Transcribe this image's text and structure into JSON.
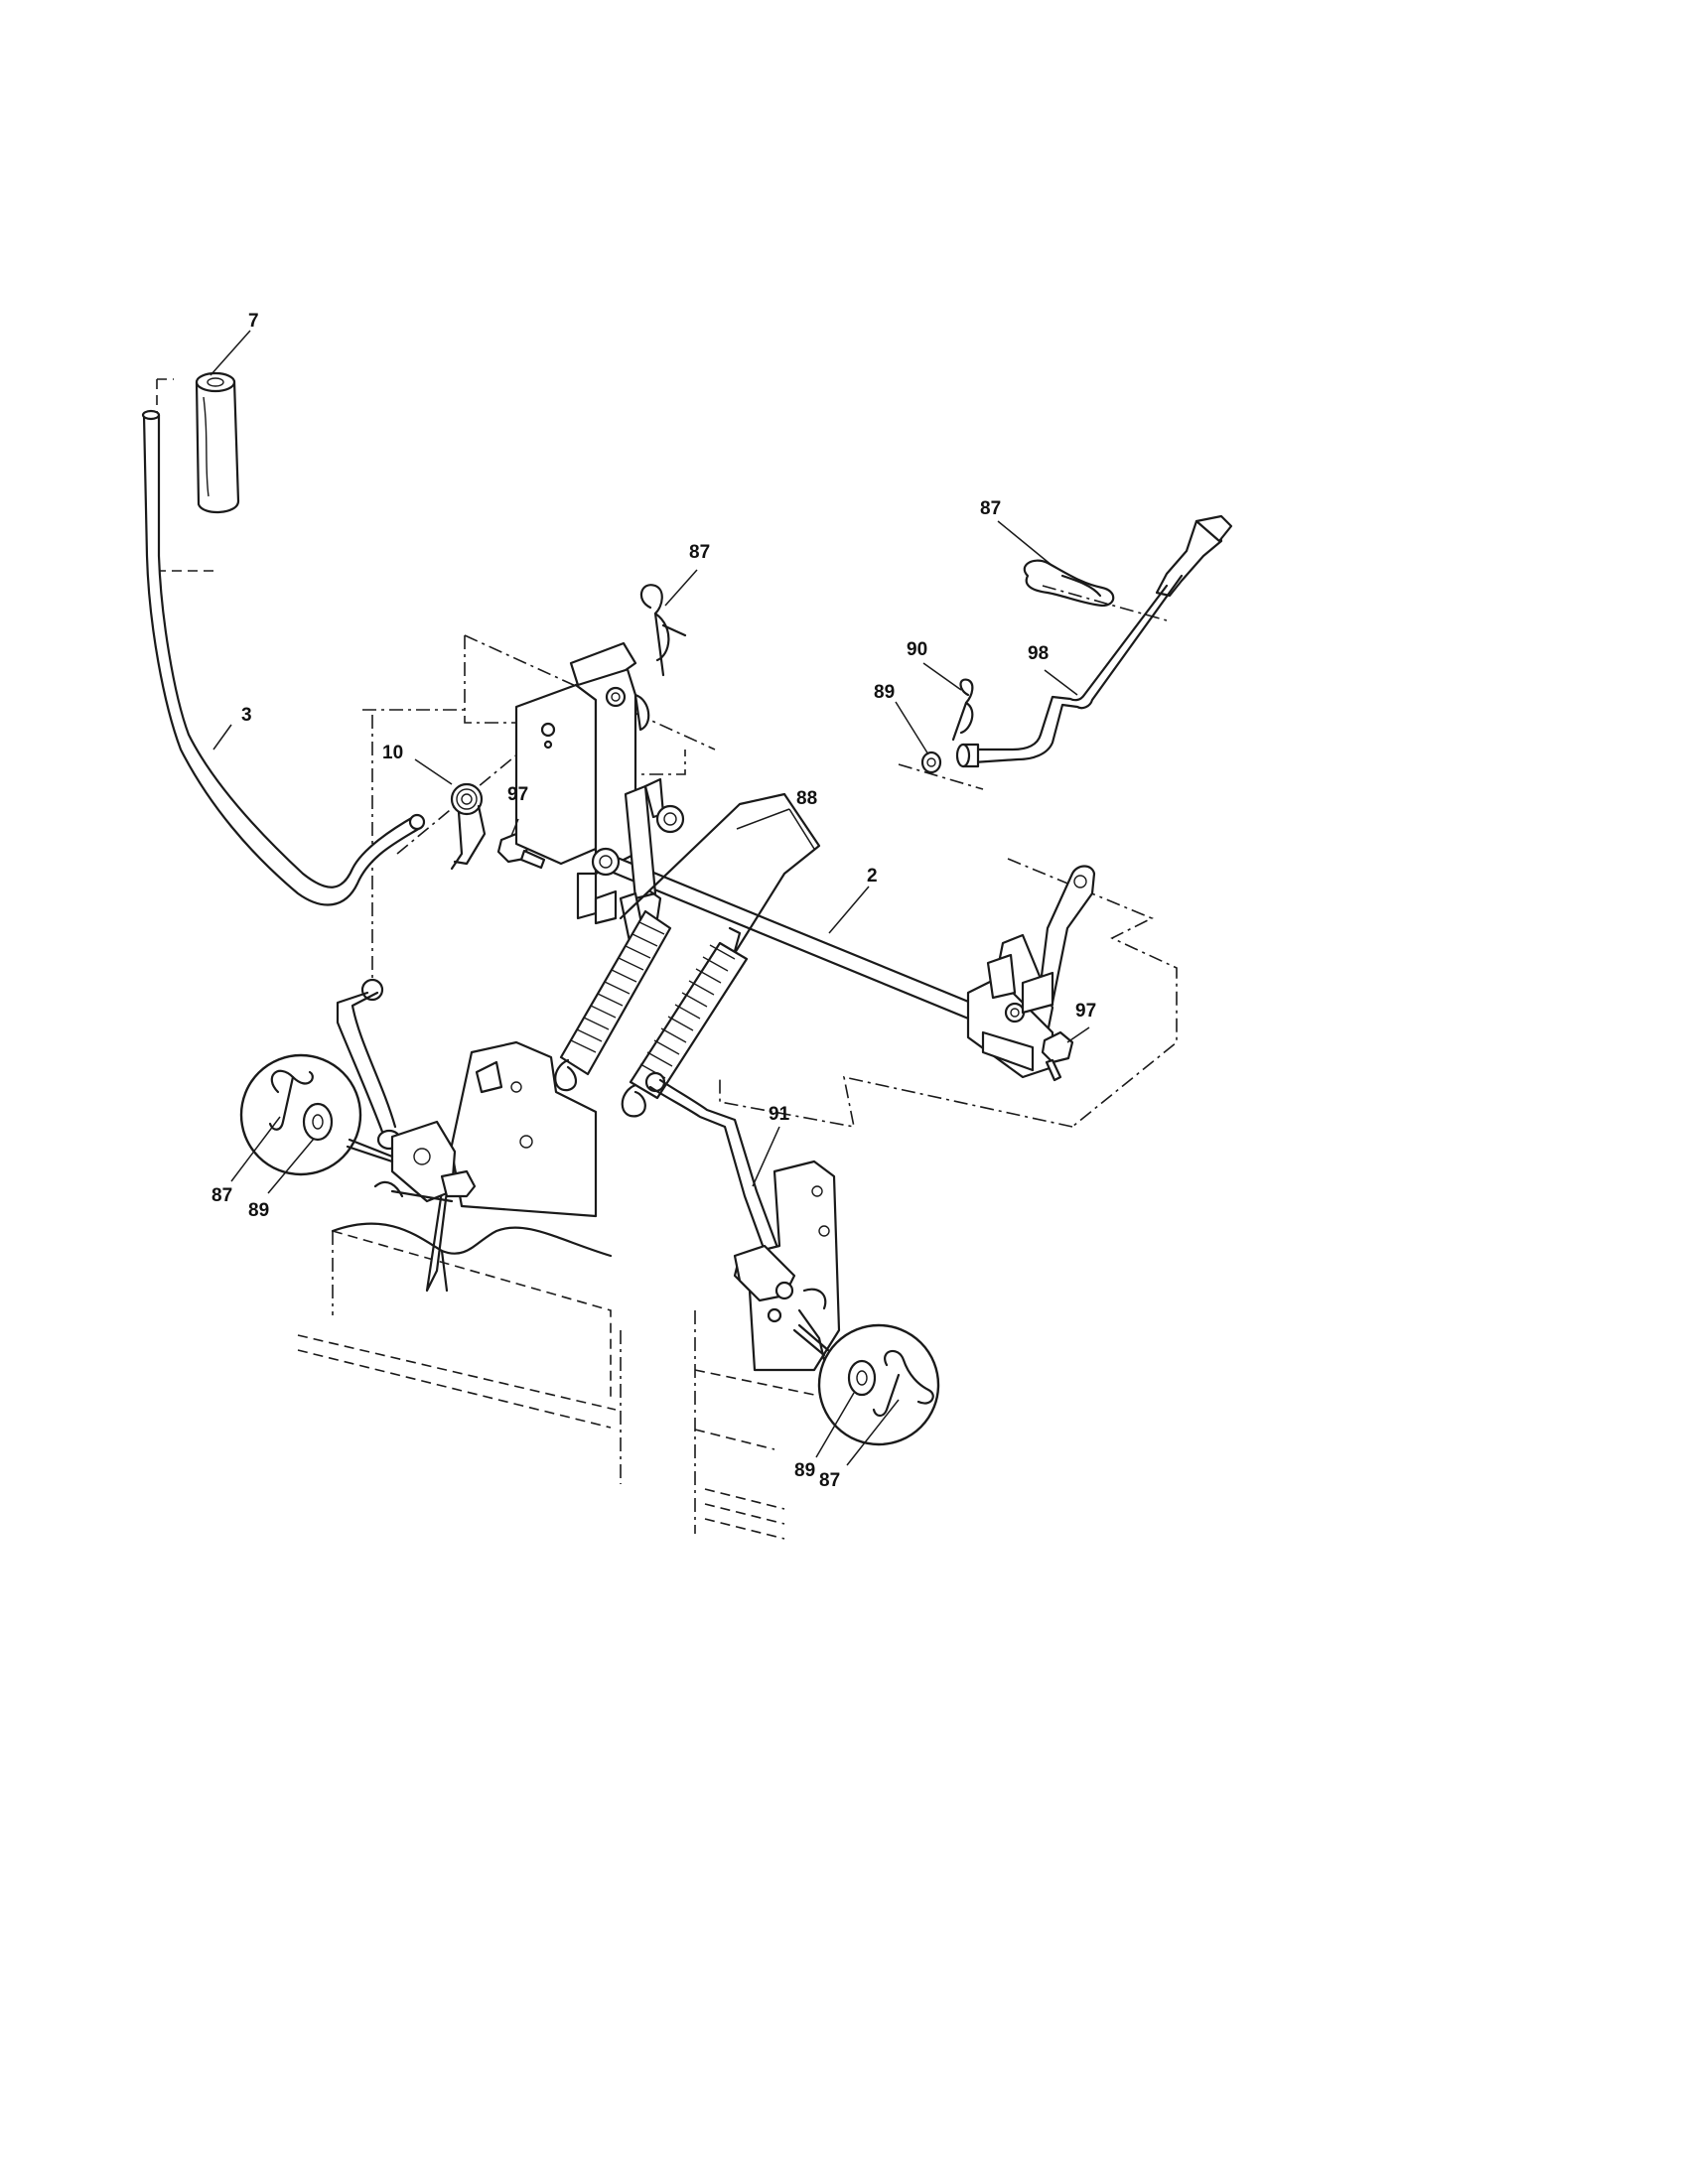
{
  "diagram": {
    "callouts": {
      "grip_label": "7",
      "lift_handle_label": "3",
      "spring_label": "10",
      "bolt_left_label": "97",
      "clip_top_label": "87",
      "extension_springs_label": "88",
      "lift_shaft_label": "2",
      "bolt_right_label": "97",
      "clip_right_label": "87",
      "clip_small_label": "90",
      "washer_right_label": "89",
      "adjust_rod_label": "98",
      "clip_left_label": "87",
      "washer_left_label": "89",
      "link_rod_label": "91",
      "washer_bottom_label": "89",
      "clip_bottom_label": "87"
    }
  }
}
